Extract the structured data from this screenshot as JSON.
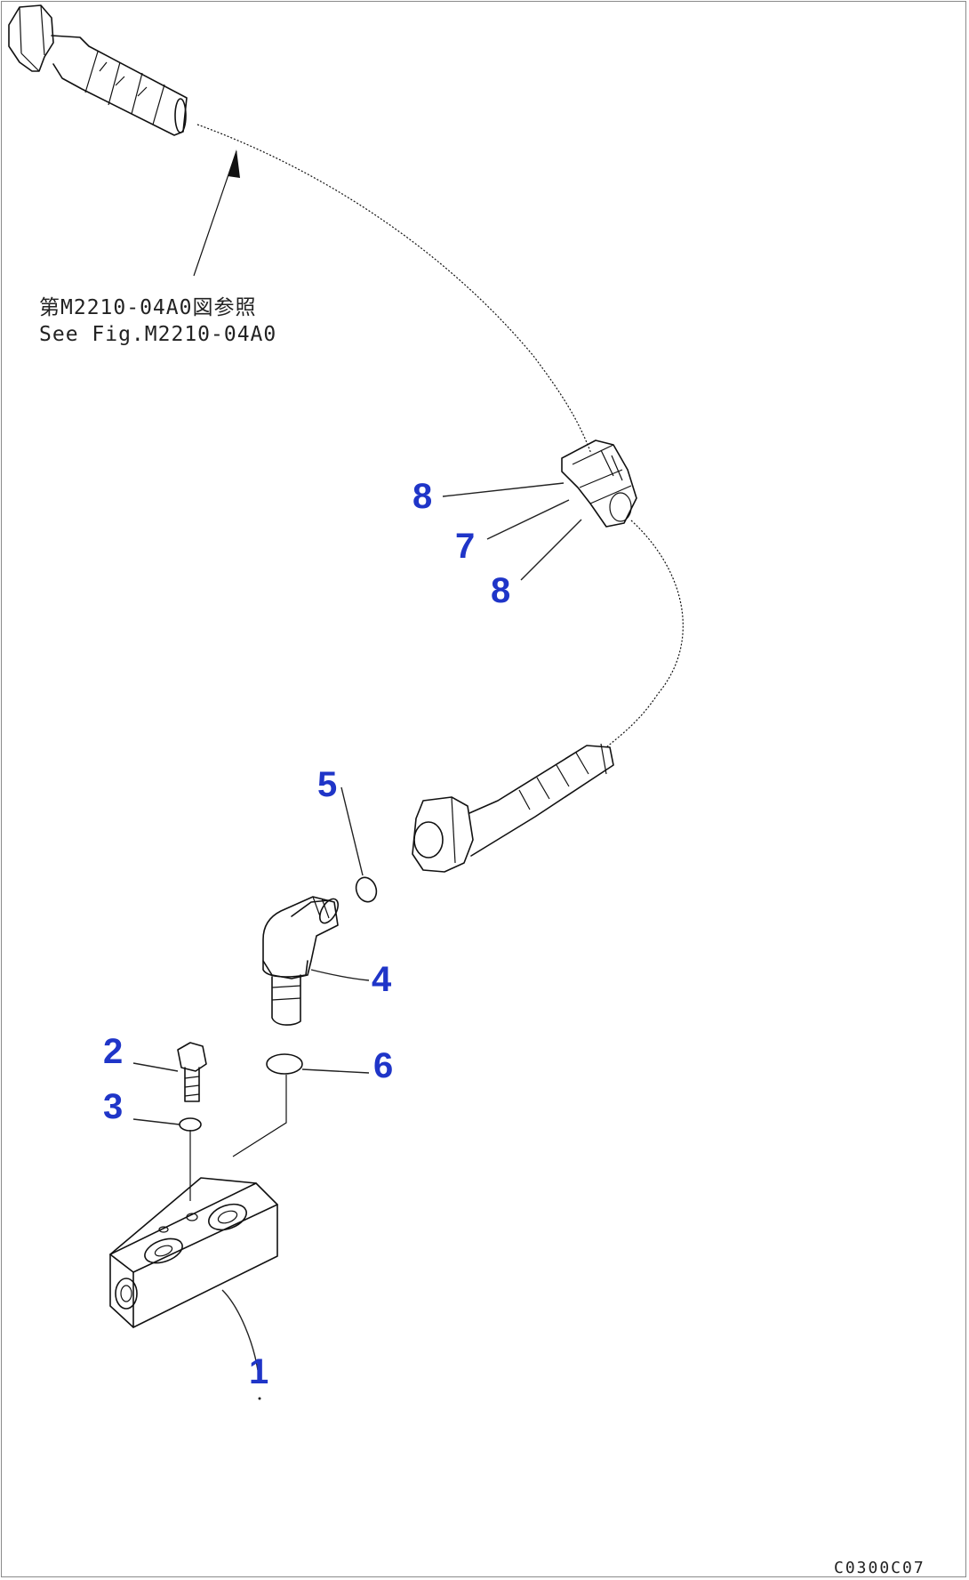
{
  "reference_note": {
    "line1": "第M2210-04A0図参照",
    "line2": "See Fig.M2210-04A0"
  },
  "callouts": {
    "c1": "1",
    "c2": "2",
    "c3": "3",
    "c4": "4",
    "c5": "5",
    "c6": "6",
    "c7": "7",
    "c8a": "8",
    "c8b": "8"
  },
  "drawing_code": "C0300C07",
  "colors": {
    "callout": "#1f35c8",
    "line": "#111111"
  }
}
